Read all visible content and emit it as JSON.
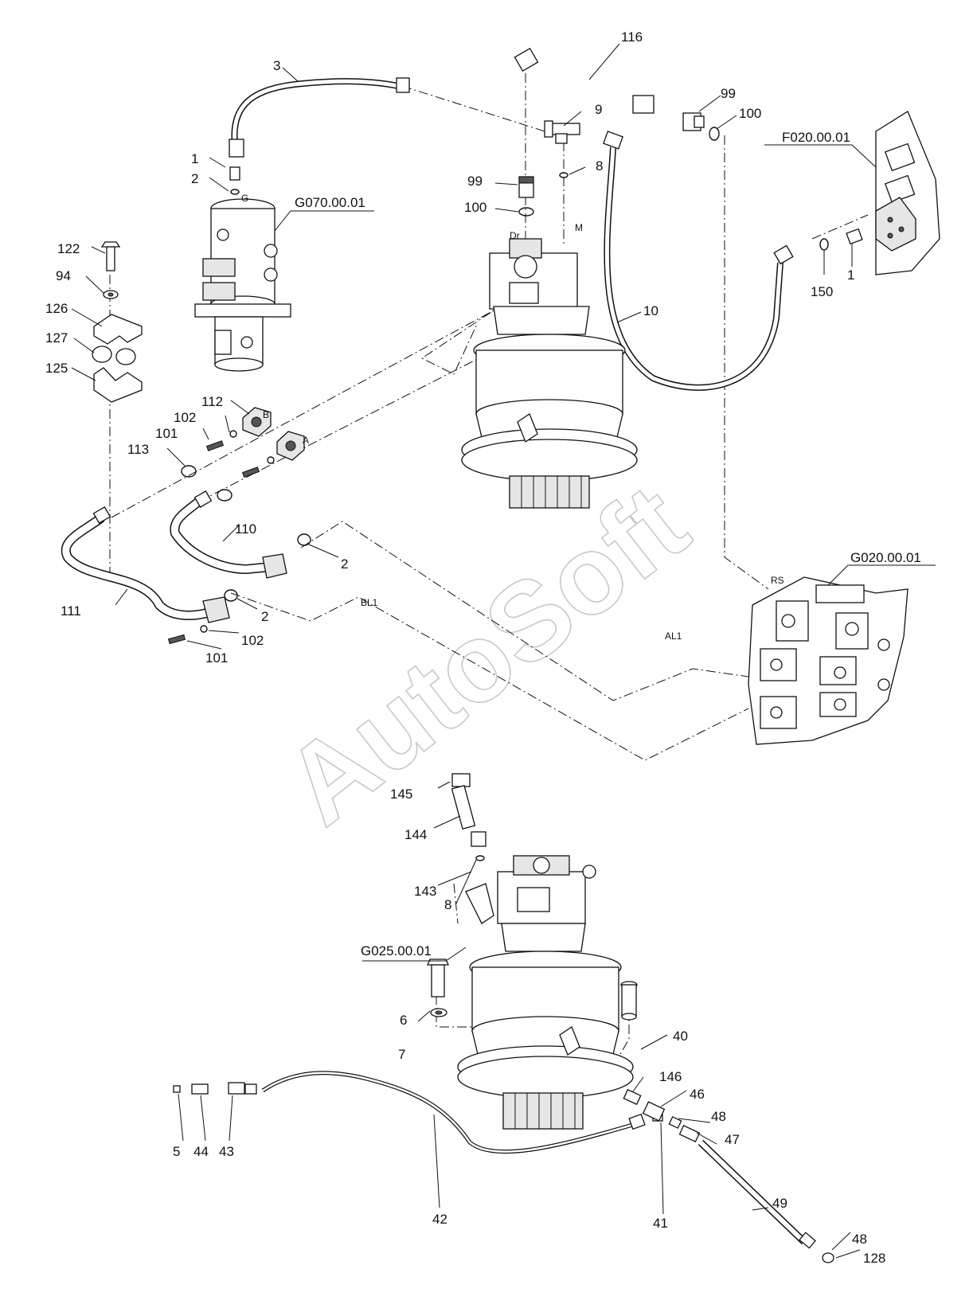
{
  "watermark": "AutoSoft",
  "references": {
    "f020": "F020.00.01",
    "g070": "G070.00.01",
    "g020": "G020.00.01",
    "g025": "G025.00.01"
  },
  "ports": {
    "g": "G",
    "dr": "Dr",
    "m": "M",
    "b": "B",
    "a": "A",
    "rs": "RS",
    "bl1": "BL1",
    "al1": "AL1"
  },
  "callouts": {
    "c116": "116",
    "c3": "3",
    "c9": "9",
    "c99a": "99",
    "c100a": "100",
    "c1a": "1",
    "c2a": "2",
    "c8a": "8",
    "c99b": "99",
    "c100b": "100",
    "c122": "122",
    "c94": "94",
    "c126": "126",
    "c127": "127",
    "c125": "125",
    "c150": "150",
    "c1b": "1",
    "c10": "10",
    "c112": "112",
    "c102a": "102",
    "c101a": "101",
    "c113": "113",
    "c110": "110",
    "c2b": "2",
    "c111": "111",
    "c2c": "2",
    "c102b": "102",
    "c101b": "101",
    "c145": "145",
    "c144": "144",
    "c143": "143",
    "c8b": "8",
    "c6": "6",
    "c7": "7",
    "c40": "40",
    "c146": "146",
    "c46": "46",
    "c48a": "48",
    "c47": "47",
    "c49": "49",
    "c5": "5",
    "c44": "44",
    "c43": "43",
    "c42": "42",
    "c41": "41",
    "c48b": "48",
    "c128": "128"
  }
}
